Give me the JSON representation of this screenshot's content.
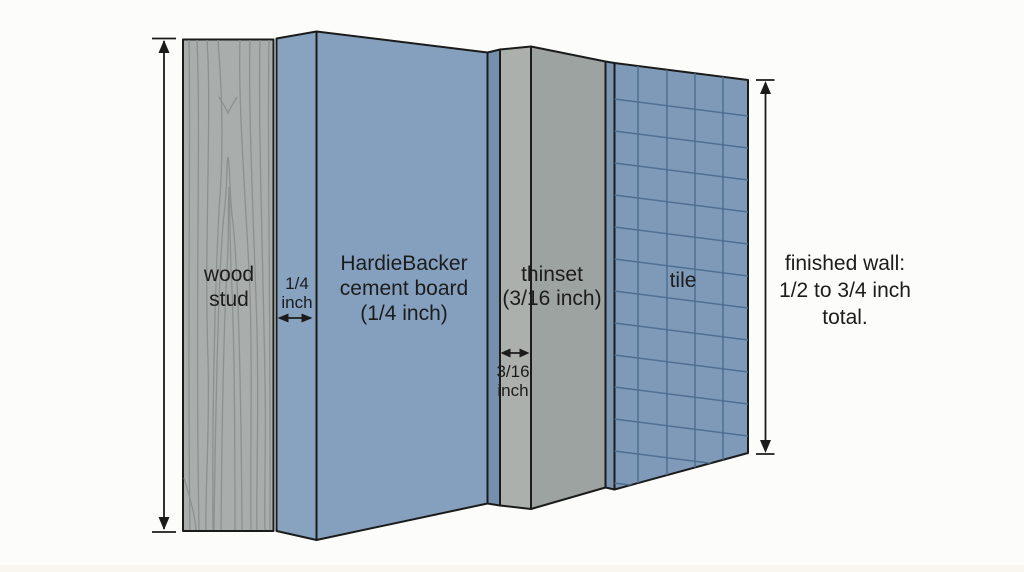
{
  "diagram": {
    "title": "tile wall layers cross-section",
    "labels": {
      "wood_stud": "wood\nstud",
      "board_thickness": "1/4\ninch",
      "hardiebacker": "HardieBacker\ncement board\n(1/4 inch)",
      "thinset": "thinset\n(3/16 inch)",
      "thinset_thickness": "3/16\ninch",
      "tile": "tile",
      "finished_wall": "finished wall:\n1/2 to 3/4 inch\ntotal."
    }
  },
  "colors": {
    "background": "#fcfcfb",
    "outline": "#1b1b1b",
    "text": "#1c1c1c",
    "wood": "#a9aeac",
    "wood_grain": "#8b918e",
    "board_front": "#84a0be",
    "board_side": "#87a3c0",
    "board_edge": "#7590ac",
    "thinset_front": "#9da3a1",
    "thinset_side": "#abb0ad",
    "tile_front": "#7e9ab8",
    "tile_side": "#7d95b0",
    "tile_grid": "#4f6f92"
  }
}
